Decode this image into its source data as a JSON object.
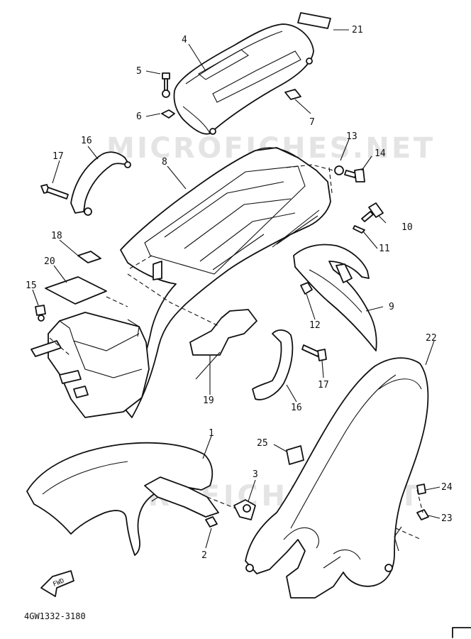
{
  "diagram": {
    "callouts": [
      "21",
      "4",
      "5",
      "6",
      "7",
      "13",
      "14",
      "16",
      "17",
      "8",
      "10",
      "11",
      "18",
      "20",
      "15",
      "12",
      "9",
      "22",
      "19",
      "17",
      "16",
      "25",
      "1",
      "3",
      "24",
      "23",
      "2"
    ],
    "drawing_code": "4GW1332-3180",
    "arrow_label": "FWD",
    "watermark_top": "MICROFICHES.NET",
    "watermark_bottom": "MICROFICHES.NET"
  }
}
